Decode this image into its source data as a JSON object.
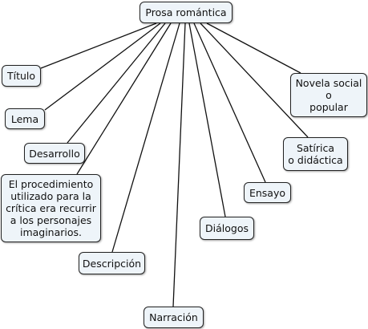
{
  "root": {
    "label": "Prosa romántica"
  },
  "nodes": {
    "titulo": "Título",
    "lema": "Lema",
    "desarrollo": "Desarrollo",
    "procedimiento": "El procedimiento\nutilizado para la\ncrítica era recurrir\na los personajes\nimaginarios.",
    "descripcion": "Descripción",
    "narracion": "Narración",
    "dialogos": "Diálogos",
    "ensayo": "Ensayo",
    "satirica": "Satírica\no didáctica",
    "novela": "Novela social\no\npopular"
  },
  "colors": {
    "node_fill": "#eef4f9",
    "border": "#222222",
    "line": "#111111"
  }
}
